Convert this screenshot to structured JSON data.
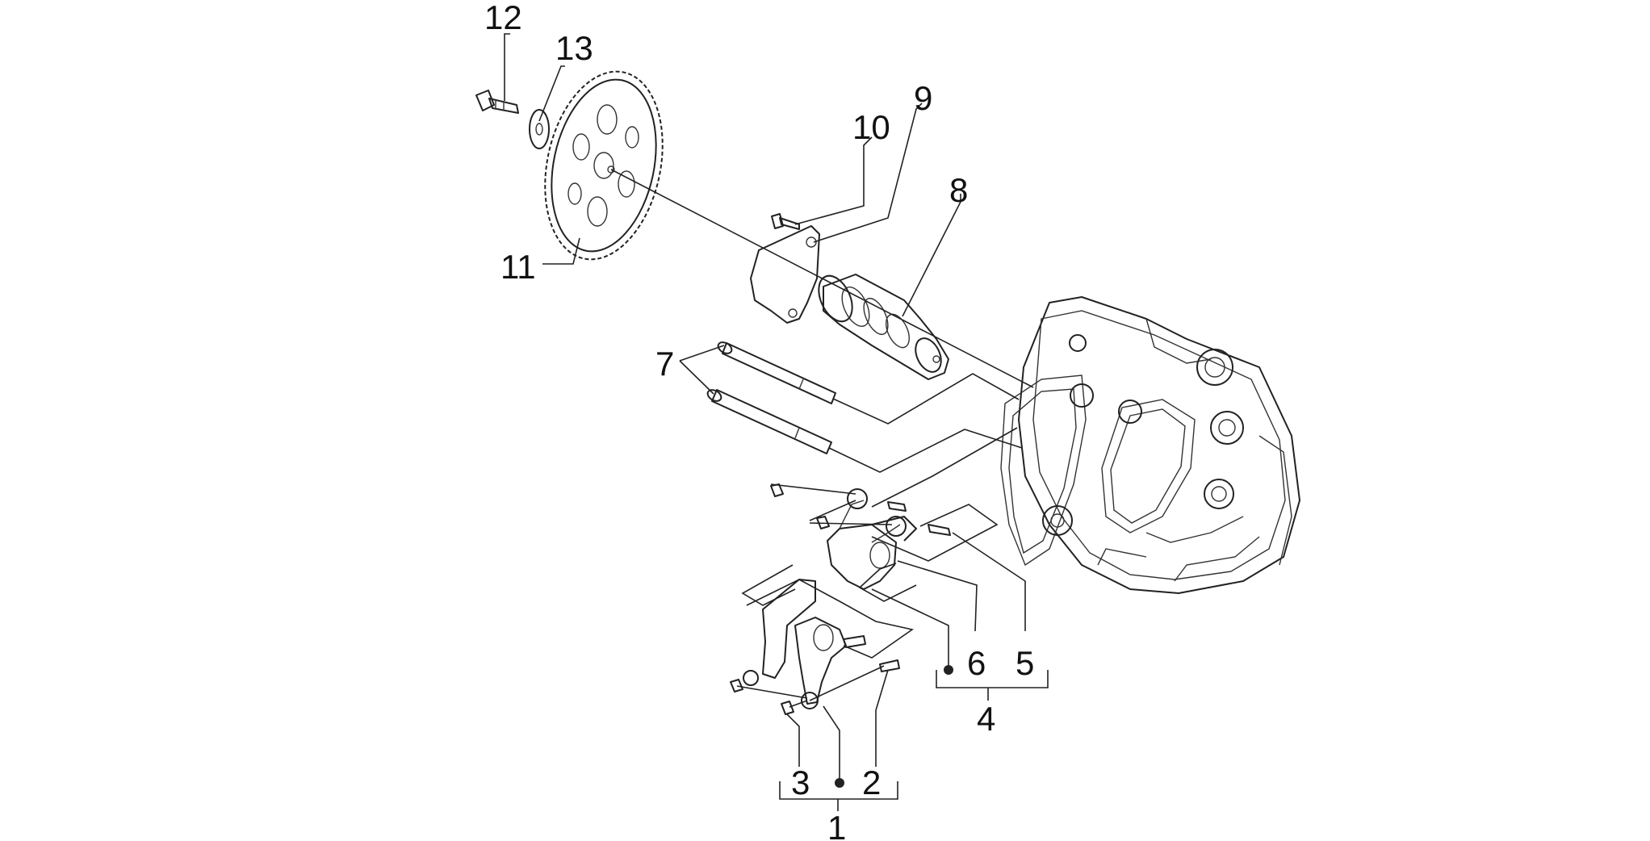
{
  "diagram": {
    "labels": {
      "p1": "1",
      "p2": "2",
      "p3": "3",
      "p4": "4",
      "p5": "5",
      "p6": "6",
      "p7": "7",
      "p8": "8",
      "p9": "9",
      "p10": "10",
      "p11": "11",
      "p12": "12",
      "p13": "13"
    },
    "colors": {
      "line": "#222222",
      "background": "#ffffff"
    }
  }
}
